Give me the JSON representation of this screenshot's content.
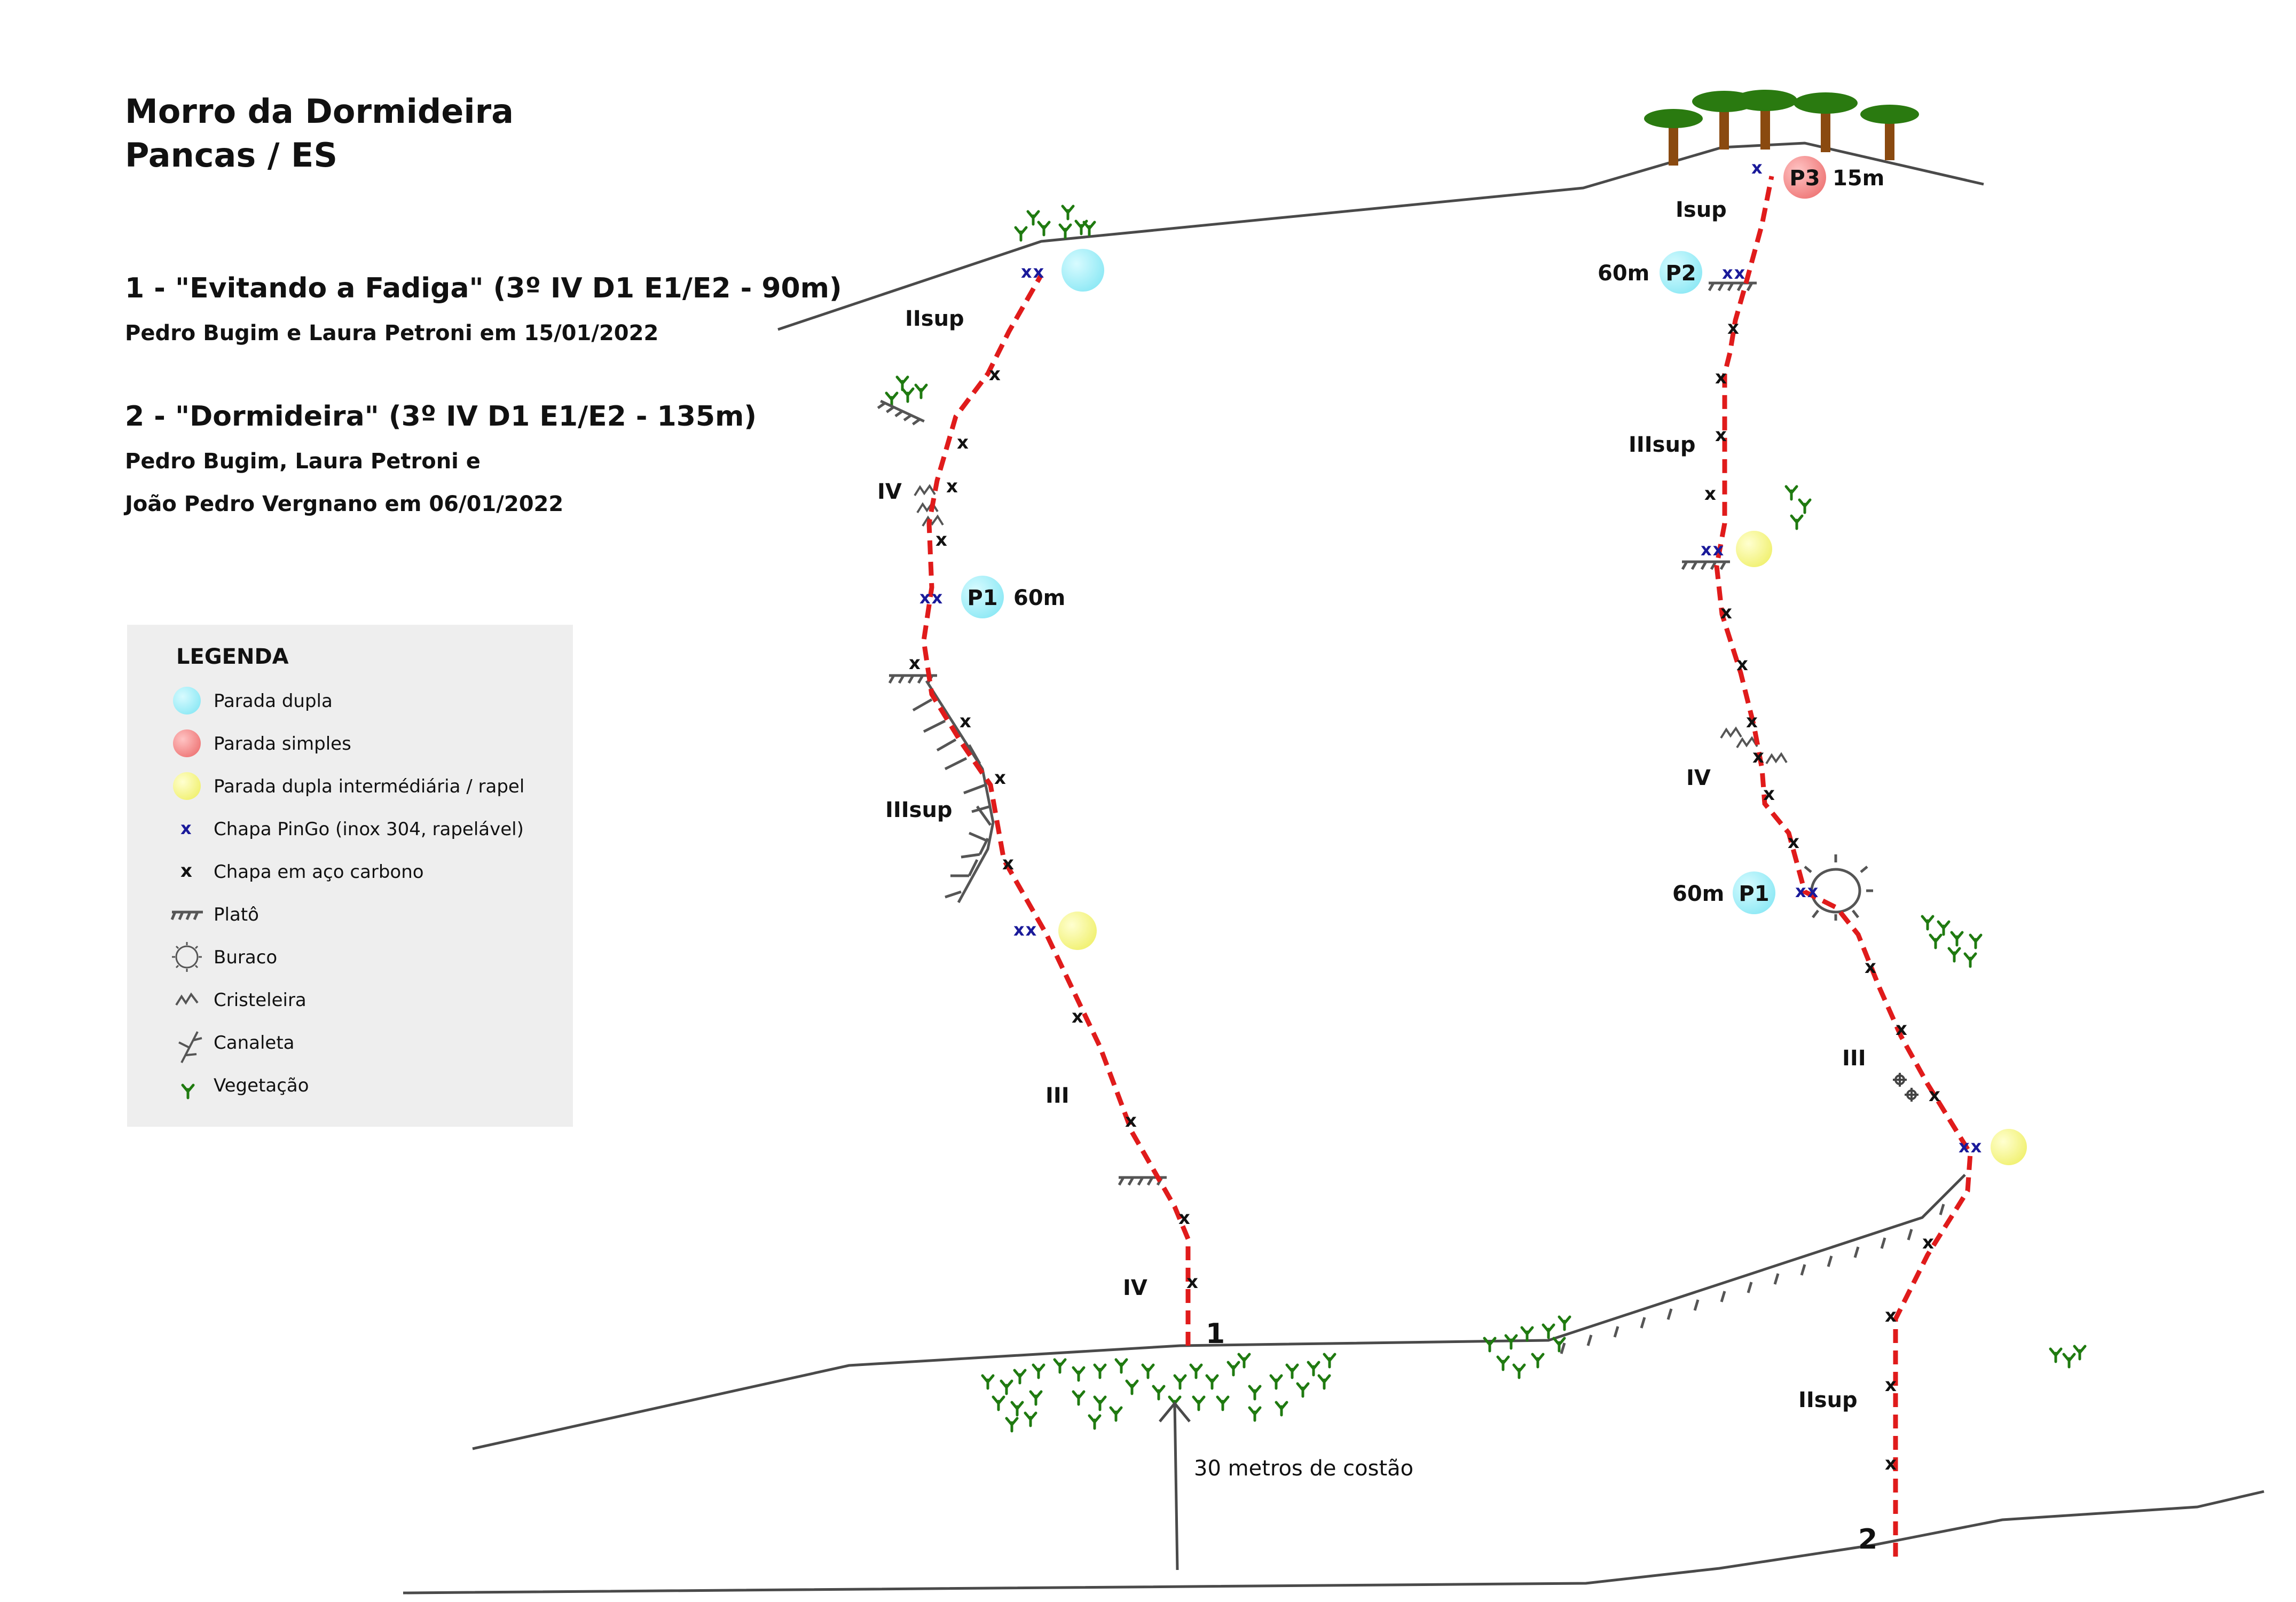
{
  "header": {
    "title_line1": "Morro da Dormideira",
    "title_line2": "Pancas / ES"
  },
  "routes": [
    {
      "title": "1 - \"Evitando a Fadiga\" (3º IV D1 E1/E2 - 90m)",
      "authors": [
        "Pedro Bugim e Laura Petroni em 15/01/2022"
      ],
      "number": "1",
      "grades": [
        "IIsup",
        "IV",
        "IIIsup",
        "III",
        "IV"
      ],
      "stop_label": "P1",
      "stop_length": "60m"
    },
    {
      "title": "2 - \"Dormideira\" (3º IV D1 E1/E2 - 135m)",
      "authors": [
        "Pedro Bugim, Laura Petroni e",
        "João Pedro Vergnano em 06/01/2022"
      ],
      "number": "2",
      "grades": [
        "Isup",
        "IIIsup",
        "IV",
        "III",
        "IIsup"
      ],
      "stops": [
        {
          "label": "P3",
          "length": "15m"
        },
        {
          "label": "P2",
          "length": "60m"
        },
        {
          "label": "P1",
          "length": "60m"
        }
      ]
    }
  ],
  "marks": {
    "bolt": "x",
    "pingo": "x",
    "pingo_double": "xx"
  },
  "note": "30 metros de costão",
  "legend": {
    "title": "LEGENDA",
    "items": [
      {
        "label": "Parada dupla",
        "icon": "double-anchor-icon",
        "color": "#a6f2fa"
      },
      {
        "label": "Parada simples",
        "icon": "single-anchor-icon",
        "color": "#f58b8b"
      },
      {
        "label": "Parada dupla intermédiária / rapel",
        "icon": "rappel-anchor-icon",
        "color": "#f7f78a"
      },
      {
        "label": "Chapa PinGo (inox 304, rapelável)",
        "icon": "pingo-bolt-icon",
        "color": "#1a1a9a"
      },
      {
        "label": "Chapa em aço carbono",
        "icon": "carbon-bolt-icon",
        "color": "#111111"
      },
      {
        "label": "Platô",
        "icon": "plato-icon",
        "color": "#555555"
      },
      {
        "label": "Buraco",
        "icon": "hole-icon",
        "color": "#555555"
      },
      {
        "label": "Cristeleira",
        "icon": "cristeleira-icon",
        "color": "#555555"
      },
      {
        "label": "Canaleta",
        "icon": "canaleta-icon",
        "color": "#555555"
      },
      {
        "label": "Vegetação",
        "icon": "vegetation-icon",
        "color": "#1f7a10"
      }
    ]
  },
  "colors": {
    "route_line": "#e01b1b",
    "legend_bg": "#eeeeee",
    "ground": "#4a4a4a",
    "tree_trunk": "#8a4a10",
    "tree_crown": "#2a7a10"
  }
}
